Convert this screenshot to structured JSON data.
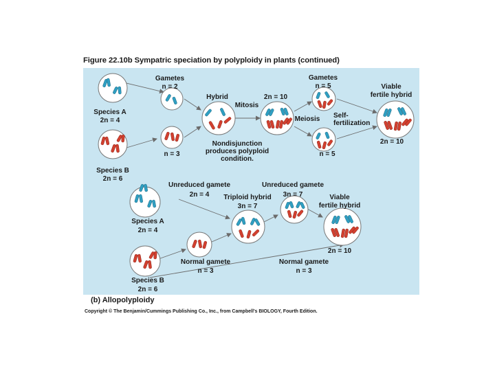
{
  "figure_title": "Figure 22.10b  Sympatric speciation by polyploidy in plants (continued)",
  "caption": "(b) Allopolyploidy",
  "copyright": "Copyright © The Benjamin/Cummings Publishing Co., Inc., from Campbell's BIOLOGY, Fourth Edition.",
  "colors": {
    "species_a": "#2f9fc2",
    "species_b": "#d2402f",
    "panel_bg": "#c9e5f1"
  },
  "top": {
    "gametes_left": {
      "line1": "Gametes",
      "line2": "n = 2"
    },
    "species_a": {
      "line1": "Species A",
      "line2": "2n = 4"
    },
    "species_b": {
      "line1": "Species B",
      "line2": "2n = 6"
    },
    "gamete_b_n": "n = 3",
    "hybrid": "Hybrid",
    "hybrid_2n": "2n = 10",
    "mitosis": "Mitosis",
    "nondisjunction": [
      "Nondisjunction",
      "produces polyploid",
      "condition."
    ],
    "meiosis": "Meiosis",
    "gametes_right": {
      "line1": "Gametes",
      "line2": "n = 5"
    },
    "gamete_lower_n": "n = 5",
    "self_fertilization": [
      "Self-",
      "fertilization"
    ],
    "viable": [
      "Viable",
      "fertile hybrid"
    ],
    "viable_2n": "2n = 10"
  },
  "bottom": {
    "unreduced_left": {
      "line1": "Unreduced gamete",
      "line2": "2n = 4"
    },
    "species_a": {
      "line1": "Species A",
      "line2": "2n = 4"
    },
    "species_b": {
      "line1": "Species B",
      "line2": "2n = 6"
    },
    "normal_left": {
      "line1": "Normal gamete",
      "line2": "n = 3"
    },
    "triploid": {
      "line1": "Triploid hybrid",
      "line2": "3n = 7"
    },
    "unreduced_right": {
      "line1": "Unreduced gamete",
      "line2": "3n = 7"
    },
    "normal_right": {
      "line1": "Normal gamete",
      "line2": "n = 3"
    },
    "viable": [
      "Viable",
      "fertile hybrid"
    ],
    "viable_2n": "2n = 10"
  }
}
